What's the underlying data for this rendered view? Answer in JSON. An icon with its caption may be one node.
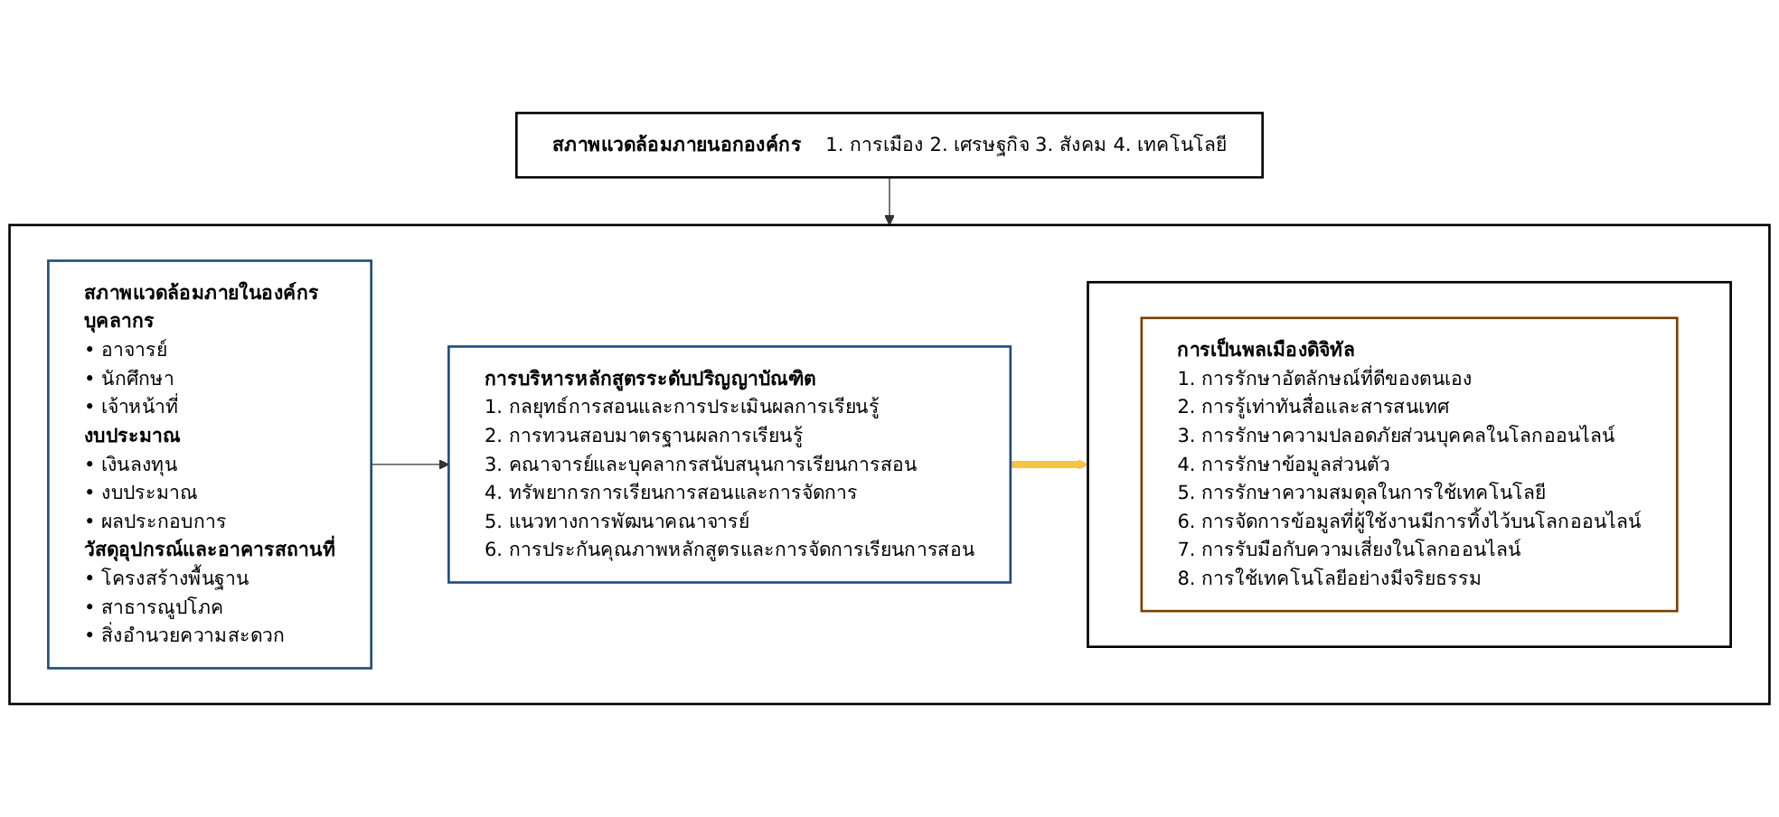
{
  "diagram": {
    "nodes": [
      {
        "text": [
          "สภาพแวดล้อมภายนอกองค์กร",
          "1. การเมือง 2. เศรษฐกิจ 3. สังคม 4. เทคโนโลยี"
        ]
      },
      {
        "text": [],
        "shape": "box"
      },
      {
        "text": [
          "สภาพแวดล้อมภายในองค์กร",
          "บุคลากร",
          "• อาจารย์",
          "• นักศึกษา",
          "• เจ้าหน้าที่",
          "งบประมาณ",
          "• เงินลงทุน",
          "• งบประมาณ",
          "• ผลประกอบการ",
          "วัสดุอุปกรณ์และอาคารสถานที่",
          "• โครงสร้างพื้นฐาน",
          "• สาธารณูปโภค",
          "• สิ่งอำนวยความสะดวก"
        ],
        "in": 1
      },
      {
        "text": [
          "การบริหารหลักสูตรระดับปริญญาบัณฑิต",
          "1. กลยุทธ์การสอนและการประเมินผลการเรียนรู้",
          "2. การทวนสอบมาตรฐานผลการเรียนรู้",
          "3. คณาจารย์และบุคลากรสนับสนุนการเรียนการสอน",
          "4. ทรัพยากรการเรียนการสอนและการจัดการ",
          "5. แนวทางการพัฒนาคณาจารย์",
          "6. การประกันคุณภาพหลักสูตรและการจัดการเรียนการสอน"
        ],
        "in": 1
      },
      {
        "text": [],
        "shape": "box",
        "in": 1
      },
      {
        "text": [
          "การเป็นพลเมืองดิจิทัล",
          "1. การรักษาอัตลักษณ์ที่ดีของตนเอง",
          "2. การรู้เท่าทันสื่อและสารสนเทศ",
          "3. การรักษาความปลอดภัยส่วนบุคคลในโลกออนไลน์",
          "4. การรักษาข้อมูลส่วนตัว",
          "5. การรักษาความสมดุลในการใช้เทคโนโลยี",
          "6. การจัดการข้อมูลที่ผู้ใช้งานมีการทิ้งไว้บนโลกออนไลน์",
          "7. การรับมือกับความเสี่ยงในโลกออนไลน์",
          "8. การใช้เทคโนโลยีอย่างมีจริยธรรม"
        ],
        "in": 4
      }
    ],
    "edges": [
      {
        "from": 0,
        "to": 1,
        "arrow": "to"
      },
      {
        "from": 2,
        "to": 3,
        "arrow": "to"
      },
      {
        "from": 3,
        "to": 4,
        "arrow": "to",
        "style": "thick",
        "color": "#f5c542"
      }
    ]
  }
}
